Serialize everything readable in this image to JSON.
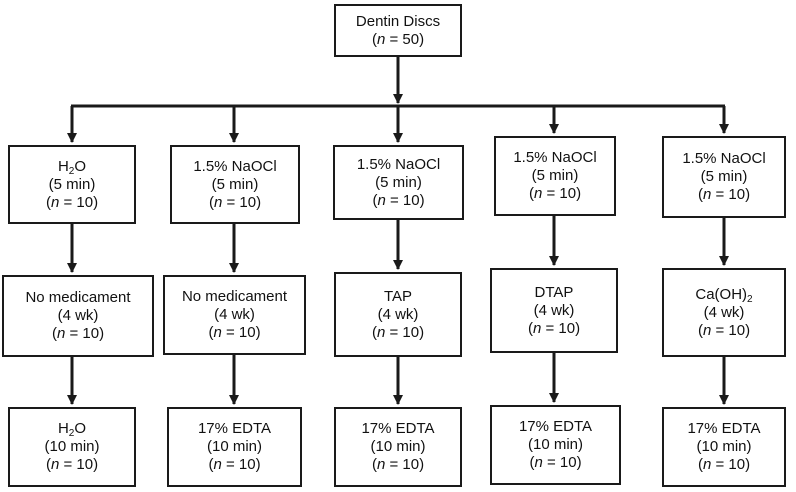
{
  "root": {
    "title": "Dentin Discs",
    "n_label": "n",
    "n_rest": " = 50"
  },
  "groups": [
    {
      "step1": {
        "line1": "H",
        "sub": "2",
        "line1_after": "O",
        "line2": "(5 min)",
        "n_label": "n",
        "n_rest": " = 10"
      },
      "step2": {
        "line1": "No medicament",
        "line2": "(4 wk)",
        "n_label": "n",
        "n_rest": " = 10"
      },
      "step3": {
        "line1": "H",
        "sub": "2",
        "line1_after": "O",
        "line2": "(10 min)",
        "n_label": "n",
        "n_rest": " = 10"
      }
    },
    {
      "step1": {
        "line1": "1.5% NaOCl",
        "sub": "",
        "line1_after": "",
        "line2": "(5 min)",
        "n_label": "n",
        "n_rest": " = 10"
      },
      "step2": {
        "line1": "No medicament",
        "line2": "(4 wk)",
        "n_label": "n",
        "n_rest": " = 10"
      },
      "step3": {
        "line1": "17% EDTA",
        "sub": "",
        "line1_after": "",
        "line2": "(10 min)",
        "n_label": "n",
        "n_rest": " = 10"
      }
    },
    {
      "step1": {
        "line1": "1.5% NaOCl",
        "sub": "",
        "line1_after": "",
        "line2": "(5 min)",
        "n_label": "n",
        "n_rest": " = 10"
      },
      "step2": {
        "line1": "TAP",
        "line2": "(4 wk)",
        "n_label": "n",
        "n_rest": " = 10"
      },
      "step3": {
        "line1": "17% EDTA",
        "sub": "",
        "line1_after": "",
        "line2": "(10 min)",
        "n_label": "n",
        "n_rest": " = 10"
      }
    },
    {
      "step1": {
        "line1": "1.5% NaOCl",
        "sub": "",
        "line1_after": "",
        "line2": "(5 min)",
        "n_label": "n",
        "n_rest": " = 10"
      },
      "step2": {
        "line1": "DTAP",
        "line2": "(4 wk)",
        "n_label": "n",
        "n_rest": " = 10"
      },
      "step3": {
        "line1": "17% EDTA",
        "sub": "",
        "line1_after": "",
        "line2": "(10 min)",
        "n_label": "n",
        "n_rest": " = 10"
      }
    },
    {
      "step1": {
        "line1": "1.5% NaOCl",
        "sub": "",
        "line1_after": "",
        "line2": "(5 min)",
        "n_label": "n",
        "n_rest": " = 10"
      },
      "step2": {
        "line1": "Ca(OH)",
        "sub": "2",
        "line1_after": "",
        "line2": "(4 wk)",
        "n_label": "n",
        "n_rest": " = 10"
      },
      "step3": {
        "line1": "17% EDTA",
        "sub": "",
        "line1_after": "",
        "line2": "(10 min)",
        "n_label": "n",
        "n_rest": " = 10"
      }
    }
  ]
}
